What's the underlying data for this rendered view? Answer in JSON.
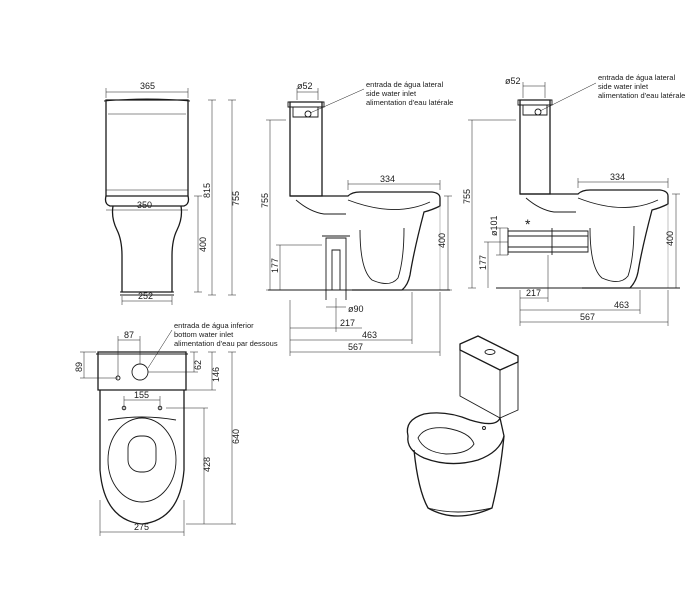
{
  "front_view": {
    "top_width": "365",
    "mid_width": "350",
    "base_width": "252",
    "total_height": "755",
    "cistern_height": "815",
    "seat_height": "400"
  },
  "side_view_vertical": {
    "inlet_diameter": "ø52",
    "inlet_note": [
      "entrada de água lateral",
      "side water inlet",
      "alimentation d'eau latérale"
    ],
    "total_height": "755",
    "bowl_length": "334",
    "seat_height": "400",
    "outlet_height": "177",
    "outlet_diameter": "ø90",
    "dim_217": "217",
    "dim_463": "463",
    "dim_567": "567"
  },
  "side_view_horizontal": {
    "inlet_diameter": "ø52",
    "inlet_note": [
      "entrada de água lateral",
      "side water inlet",
      "alimentation d'eau latérale"
    ],
    "total_height": "755",
    "bowl_length": "334",
    "seat_height": "400",
    "outlet_diameter": "ø101",
    "outlet_height": "177",
    "marker": "*",
    "dim_217": "217",
    "dim_463": "463",
    "dim_567": "567"
  },
  "plan_view": {
    "inlet_offset": "87",
    "inlet_note": [
      "entrada de água inferior",
      "bottom water inlet",
      "alimentation d'eau par dessous"
    ],
    "cistern_depth": "89",
    "inlet_depth": "62",
    "dim_146": "146",
    "fixing_spacing": "155",
    "total_length": "640",
    "bowl_length": "428",
    "bowl_width": "275"
  }
}
